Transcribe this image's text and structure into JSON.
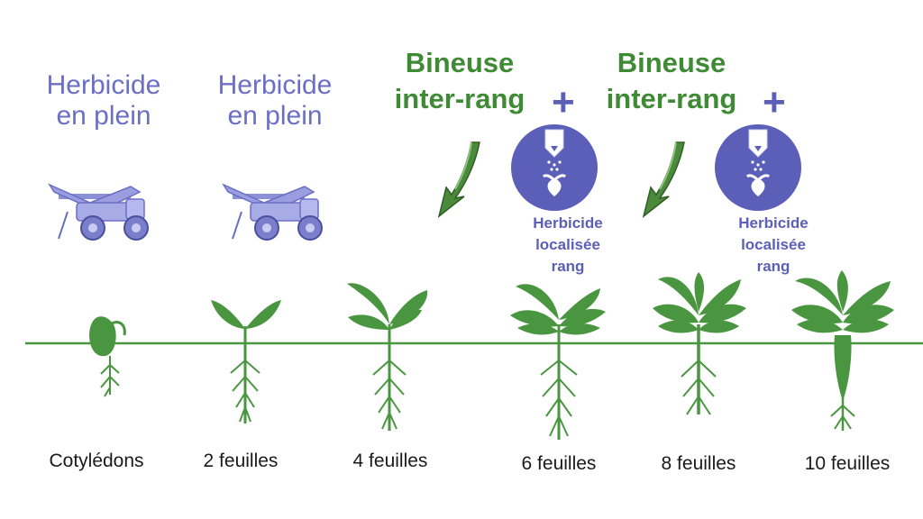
{
  "treatments": [
    {
      "line1": "Herbicide",
      "line2": "en plein"
    },
    {
      "line1": "Herbicide",
      "line2": "en plein"
    }
  ],
  "hoeing": [
    {
      "line1": "Bineuse",
      "line2": "inter-rang",
      "plus": "+",
      "spot": [
        "Herbicide",
        "localisée",
        "rang"
      ]
    },
    {
      "line1": "Bineuse",
      "line2": "inter-rang",
      "plus": "+",
      "spot": [
        "Herbicide",
        "localisée",
        "rang"
      ]
    }
  ],
  "stages": [
    "Cotylédons",
    "2 feuilles",
    "4 feuilles",
    "6 feuilles",
    "8 feuilles",
    "10 feuilles"
  ],
  "colors": {
    "green": "#3f8a35",
    "purple": "#6b6fc4",
    "disc": "#5c5fb8",
    "ground": "#4a9640"
  },
  "icons": [
    "sprayer-icon",
    "sprayer-icon",
    "hoe-arrow-icon",
    "nozzle-disc-icon",
    "hoe-arrow-icon",
    "nozzle-disc-icon"
  ]
}
